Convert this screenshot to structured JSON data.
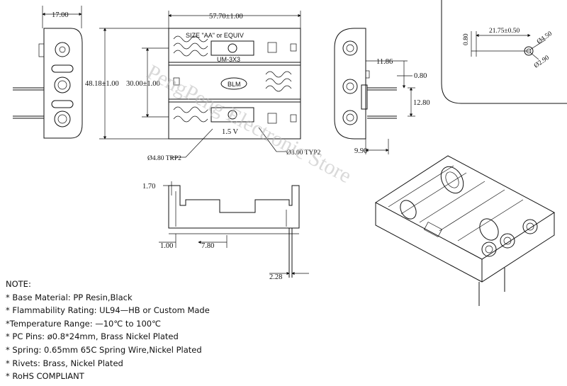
{
  "dimensions": {
    "width_top": "17.00",
    "total_width": "57.70±1.00",
    "height_total": "48.18±1.00",
    "height_inner": "30.00±1.00",
    "pin_offset": "11.86",
    "pin_thickness": "0.80",
    "pin_pitch": "12.80",
    "pin_base": "9.90",
    "hole_trp": "Ø4.80 TRP2",
    "hole_typ": "Ø3.00 TYP2",
    "rivet_width": "0.80",
    "rivet_spacing": "21.75±0.50",
    "rivet_outer": "Ø4.50",
    "rivet_inner": "Ø2.90",
    "side_top": "1.70",
    "side_bottom": "1.00",
    "side_mid": "7.80",
    "pin_tip": "2.28"
  },
  "labels": {
    "size_label": "SIZE \"AA\" or EQUIV",
    "model": "UM-3X3",
    "brand": "BLM",
    "voltage": "1.5 V",
    "watermark": "PengPeng Electronic Store"
  },
  "notes": {
    "title": "NOTE:",
    "items": [
      "* Base Material: PP Resin,Black",
      "* Flammability Rating: UL94—HB or Custom Made",
      "*Temperature Range: —10℃ to 100℃",
      "* PC Pins: ø0.8*24mm, Brass Nickel Plated",
      "* Spring: 0.65mm 65C Spring Wire,Nickel Plated",
      "* Rivets: Brass, Nickel Plated",
      "* RoHS COMPLIANT"
    ]
  }
}
